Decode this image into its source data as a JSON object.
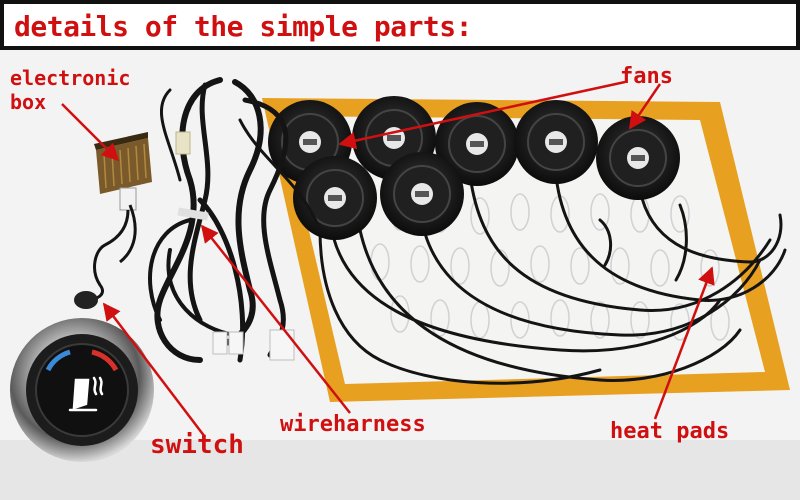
{
  "title": {
    "text": "details of the simple parts:"
  },
  "labels": {
    "electronic_box": {
      "line1": "electronic",
      "line2": "box"
    },
    "fans": "fans",
    "wireharness": "wireharness",
    "heat_pads": "heat pads",
    "switch": "switch"
  },
  "colors": {
    "label_text": "#d01010",
    "arrow": "#d01010",
    "title_text": "#d01010",
    "border": "#111111",
    "heat_pad_backing": "#e8a020",
    "fan_body": "#1a1a1a",
    "cable": "#141414"
  }
}
